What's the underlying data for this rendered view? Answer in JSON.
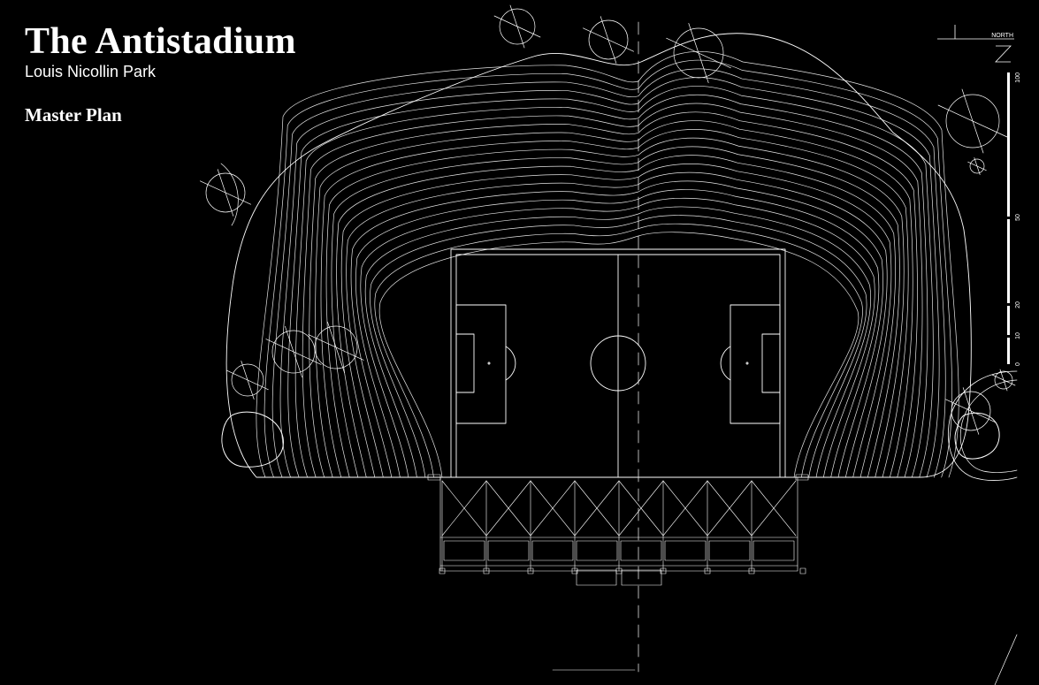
{
  "header": {
    "title": "The Antistadium",
    "subtitle": "Louis Nicollin Park",
    "section": "Master Plan"
  },
  "north_arrow": {
    "label": "NORTH",
    "letter": "N"
  },
  "scale_bar": {
    "ticks": [
      "100",
      "50",
      "20",
      "10",
      "0"
    ]
  },
  "colors": {
    "background": "#000000",
    "linework": "#ffffff"
  }
}
